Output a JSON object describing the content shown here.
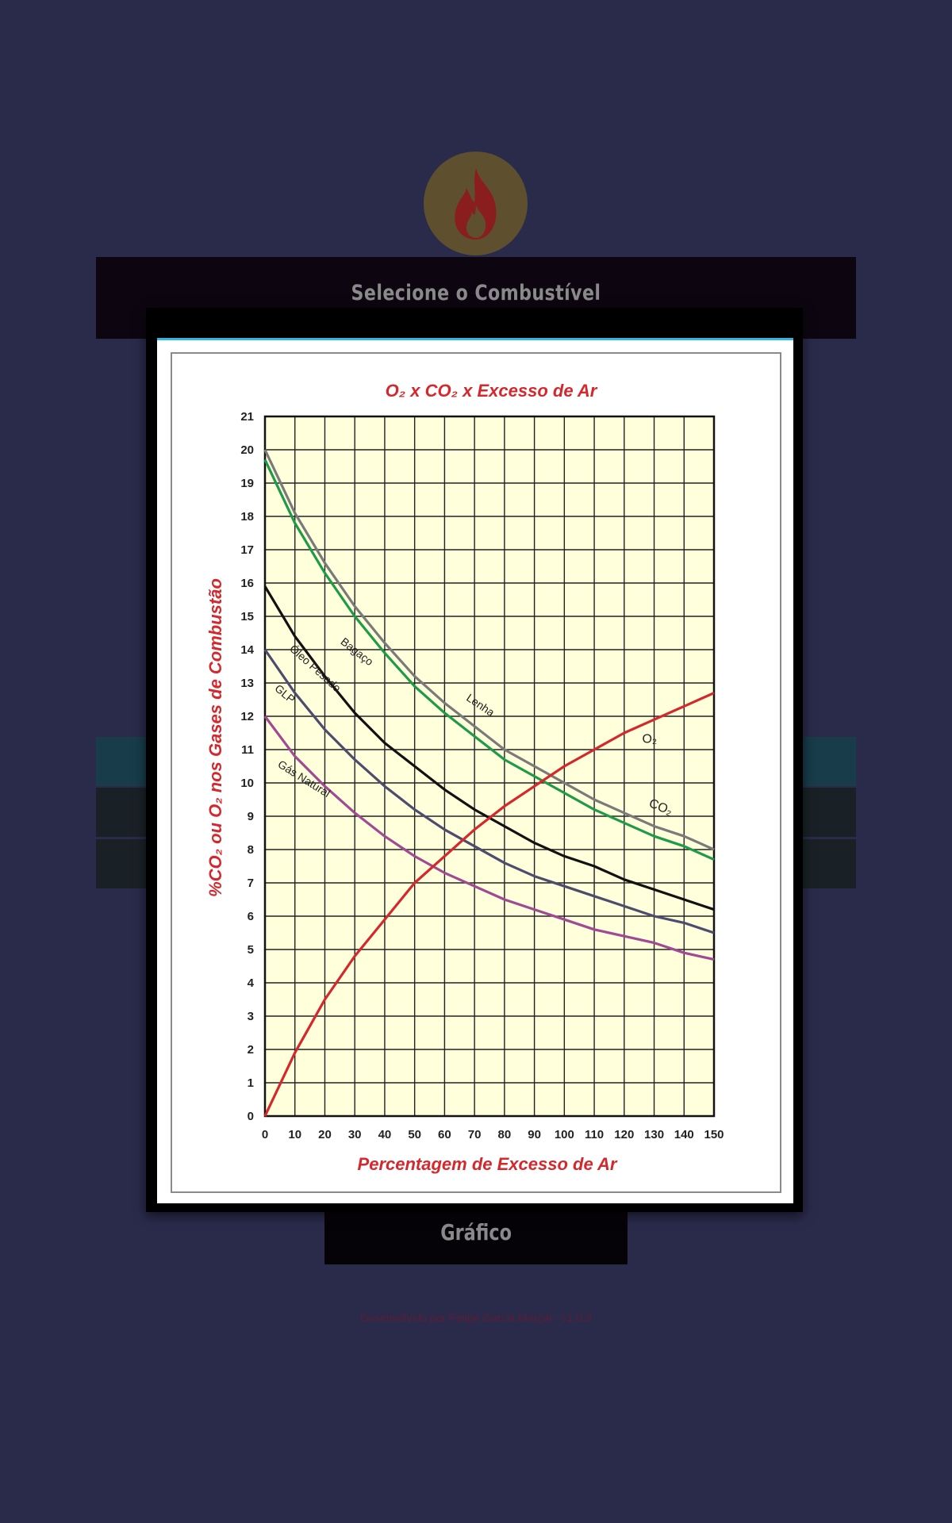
{
  "app": {
    "select_fuel_label": "Selecione o Combustível",
    "graph_button_label": "Gráfico",
    "footer_text": "Desenvolvido por Felipe Garcia Marçal - v1.0.9",
    "logo_icon": "flame-icon"
  },
  "colors": {
    "background": "#2a2a4b",
    "accent_line": "#33b5e5",
    "chart_bg": "#ffffdb",
    "title_red": "#d4282d"
  },
  "chart_data": {
    "type": "line",
    "title": "O₂ x CO₂ x Excesso de Ar",
    "xlabel": "Percentagem de Excesso de Ar",
    "ylabel": "%CO₂ ou O₂ nos Gases de Combustão",
    "xlim": [
      0,
      150
    ],
    "ylim": [
      0,
      21
    ],
    "xticks": [
      0,
      10,
      20,
      30,
      40,
      50,
      60,
      70,
      80,
      90,
      100,
      110,
      120,
      130,
      140,
      150
    ],
    "yticks": [
      0,
      1,
      2,
      3,
      4,
      5,
      6,
      7,
      8,
      9,
      10,
      11,
      12,
      13,
      14,
      15,
      16,
      17,
      18,
      19,
      20,
      21
    ],
    "grid": true,
    "series": [
      {
        "name": "Lenha",
        "color": "#7a7a7a",
        "x": [
          0,
          10,
          20,
          30,
          40,
          50,
          60,
          70,
          80,
          90,
          100,
          110,
          120,
          130,
          140,
          150
        ],
        "values": [
          20.0,
          18.1,
          16.6,
          15.3,
          14.2,
          13.2,
          12.4,
          11.7,
          11.0,
          10.5,
          10.0,
          9.5,
          9.1,
          8.7,
          8.4,
          8.0
        ]
      },
      {
        "name": "Bagaço",
        "color": "#1e9b4a",
        "x": [
          0,
          10,
          20,
          30,
          40,
          50,
          60,
          70,
          80,
          90,
          100,
          110,
          120,
          130,
          140,
          150
        ],
        "values": [
          19.7,
          17.8,
          16.3,
          15.0,
          13.9,
          12.9,
          12.1,
          11.4,
          10.7,
          10.2,
          9.7,
          9.2,
          8.8,
          8.4,
          8.1,
          7.7
        ]
      },
      {
        "name": "Óleo Pesado",
        "color": "#111111",
        "x": [
          0,
          10,
          20,
          30,
          40,
          50,
          60,
          70,
          80,
          90,
          100,
          110,
          120,
          130,
          140,
          150
        ],
        "values": [
          15.9,
          14.4,
          13.2,
          12.1,
          11.2,
          10.5,
          9.8,
          9.2,
          8.7,
          8.2,
          7.8,
          7.5,
          7.1,
          6.8,
          6.5,
          6.2
        ]
      },
      {
        "name": "GLP",
        "color": "#4e4c6e",
        "x": [
          0,
          10,
          20,
          30,
          40,
          50,
          60,
          70,
          80,
          90,
          100,
          110,
          120,
          130,
          140,
          150
        ],
        "values": [
          14.0,
          12.7,
          11.6,
          10.7,
          9.9,
          9.2,
          8.6,
          8.1,
          7.6,
          7.2,
          6.9,
          6.6,
          6.3,
          6.0,
          5.8,
          5.5
        ]
      },
      {
        "name": "Gás Natural",
        "color": "#a04a94",
        "x": [
          0,
          10,
          20,
          30,
          40,
          50,
          60,
          70,
          80,
          90,
          100,
          110,
          120,
          130,
          140,
          150
        ],
        "values": [
          12.0,
          10.8,
          9.9,
          9.1,
          8.4,
          7.8,
          7.3,
          6.9,
          6.5,
          6.2,
          5.9,
          5.6,
          5.4,
          5.2,
          4.9,
          4.7
        ]
      },
      {
        "name": "O₂",
        "color": "#d4282d",
        "x": [
          0,
          10,
          20,
          30,
          40,
          50,
          60,
          70,
          80,
          90,
          100,
          110,
          120,
          130,
          140,
          150
        ],
        "values": [
          0,
          1.9,
          3.5,
          4.8,
          5.9,
          7.0,
          7.8,
          8.6,
          9.3,
          9.9,
          10.5,
          11.0,
          11.5,
          11.9,
          12.3,
          12.7
        ]
      }
    ],
    "annotations": [
      "Bagaço",
      "Óleo Pesado",
      "GLP",
      "Lenha",
      "Gás Natural",
      "O₂",
      "CO₂"
    ]
  }
}
